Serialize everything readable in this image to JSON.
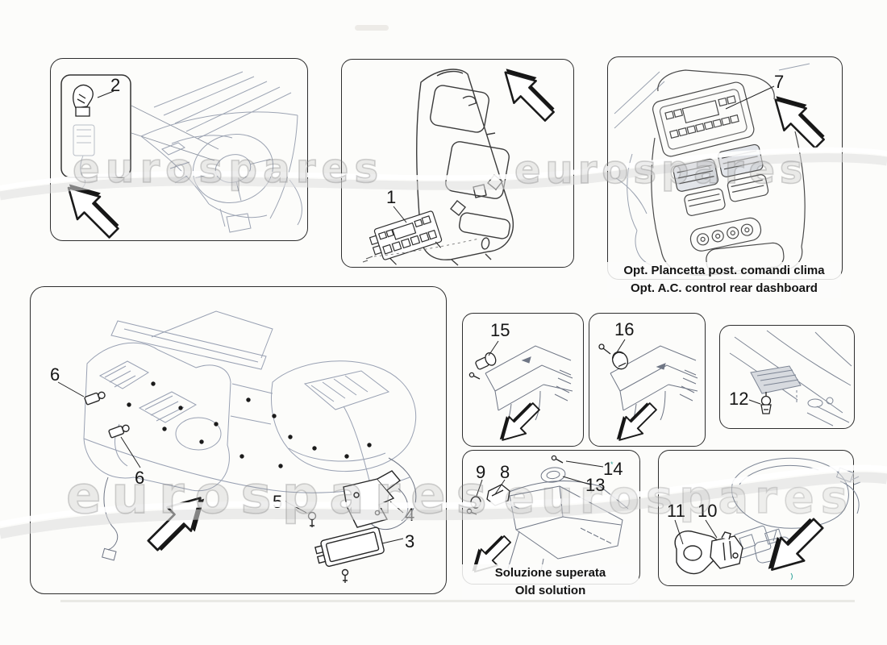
{
  "watermark": {
    "text": "eurospares"
  },
  "panels": {
    "dash_overview": {
      "callouts": {
        "c2": "2"
      }
    },
    "center_console": {
      "callouts": {
        "c1": "1"
      }
    },
    "rear_console": {
      "callouts": {
        "c7": "7"
      },
      "caption_it": "Opt. Plancetta post. comandi clima",
      "caption_en": "Opt. A.C. control rear dashboard"
    },
    "hvac": {
      "callouts": {
        "c6a": "6",
        "c6b": "6",
        "c5": "5",
        "c4": "4",
        "c3": "3"
      }
    },
    "sensor15": {
      "callouts": {
        "c15": "15"
      }
    },
    "sensor16": {
      "callouts": {
        "c16": "16"
      }
    },
    "hood": {
      "callouts": {
        "c12": "12"
      }
    },
    "old_solution": {
      "callouts": {
        "c9": "9",
        "c8": "8",
        "c13": "13",
        "c14": "14"
      },
      "caption_it": "Soluzione superata",
      "caption_en": "Old solution"
    },
    "mirror": {
      "callouts": {
        "c11": "11",
        "c10": "10"
      }
    }
  }
}
